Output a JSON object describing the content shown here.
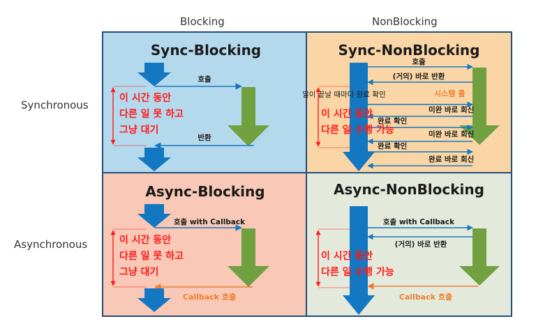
{
  "columns": {
    "blocking": "Blocking",
    "nonblocking": "NonBlocking"
  },
  "rows": {
    "synchronous": "Synchronous",
    "asynchronous": "Asynchronous"
  },
  "colors": {
    "sync_blocking_bg": "#b4d9ec",
    "sync_nonblocking_bg": "#fad6a6",
    "async_blocking_bg": "#f9c8b6",
    "async_nonblocking_bg": "#e3eadc",
    "blue_arrow": "#1477c2",
    "green_arrow": "#71a040",
    "orange_arrow": "#ed7d31",
    "red_text": "#ff1a1a"
  },
  "sync_blocking": {
    "title": "Sync-Blocking",
    "call": "호출",
    "return": "반환",
    "wait_lines": [
      "이 시간 동안",
      "다른 일 못 하고",
      "그냥 대기"
    ]
  },
  "sync_nonblocking": {
    "title": "Sync-NonBlocking",
    "call": "호출",
    "immediate_return": "(거의) 바로 반환",
    "status_check_note": "일이 끝날 때마다 완료 확인",
    "system_call": "시스템 콜",
    "check_1": "완료 확인",
    "check_2": "완료 확인",
    "reply_1": "미완 바로 회신",
    "reply_2": "미완 바로 회신",
    "reply_3": "완료 바로 회신",
    "free_lines": [
      "이 시간 동안",
      "다른 일 수행 가능"
    ]
  },
  "async_blocking": {
    "title": "Async-Blocking",
    "call": "호출 with Callback",
    "callback": "Callback 호출",
    "wait_lines": [
      "이 시간 동안",
      "다른 일 못 하고",
      "그냥 대기"
    ]
  },
  "async_nonblocking": {
    "title": "Async-NonBlocking",
    "call": "호출 with Callback",
    "immediate_return": "(거의) 바로 반환",
    "callback": "Callback 호출",
    "free_lines": [
      "이 시간 동안",
      "다른 일 수행 가능"
    ]
  }
}
